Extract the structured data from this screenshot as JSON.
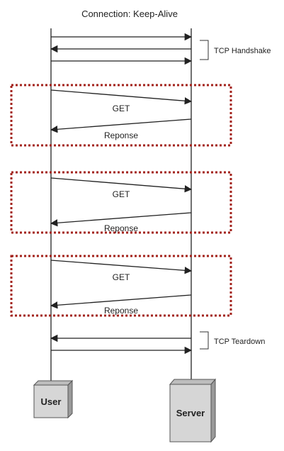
{
  "title": "Connection: Keep-Alive",
  "participants": {
    "user": "User",
    "server": "Server"
  },
  "phases": {
    "handshake": "TCP Handshake",
    "teardown": "TCP Teardown"
  },
  "exchanges": [
    {
      "request": "GET",
      "response": "Reponse"
    },
    {
      "request": "GET",
      "response": "Reponse"
    },
    {
      "request": "GET",
      "response": "Reponse"
    }
  ],
  "colors": {
    "line": "#333333",
    "box_border": "#a3231c",
    "participant_fill": "#d6d6d6",
    "participant_border": "#555555"
  }
}
